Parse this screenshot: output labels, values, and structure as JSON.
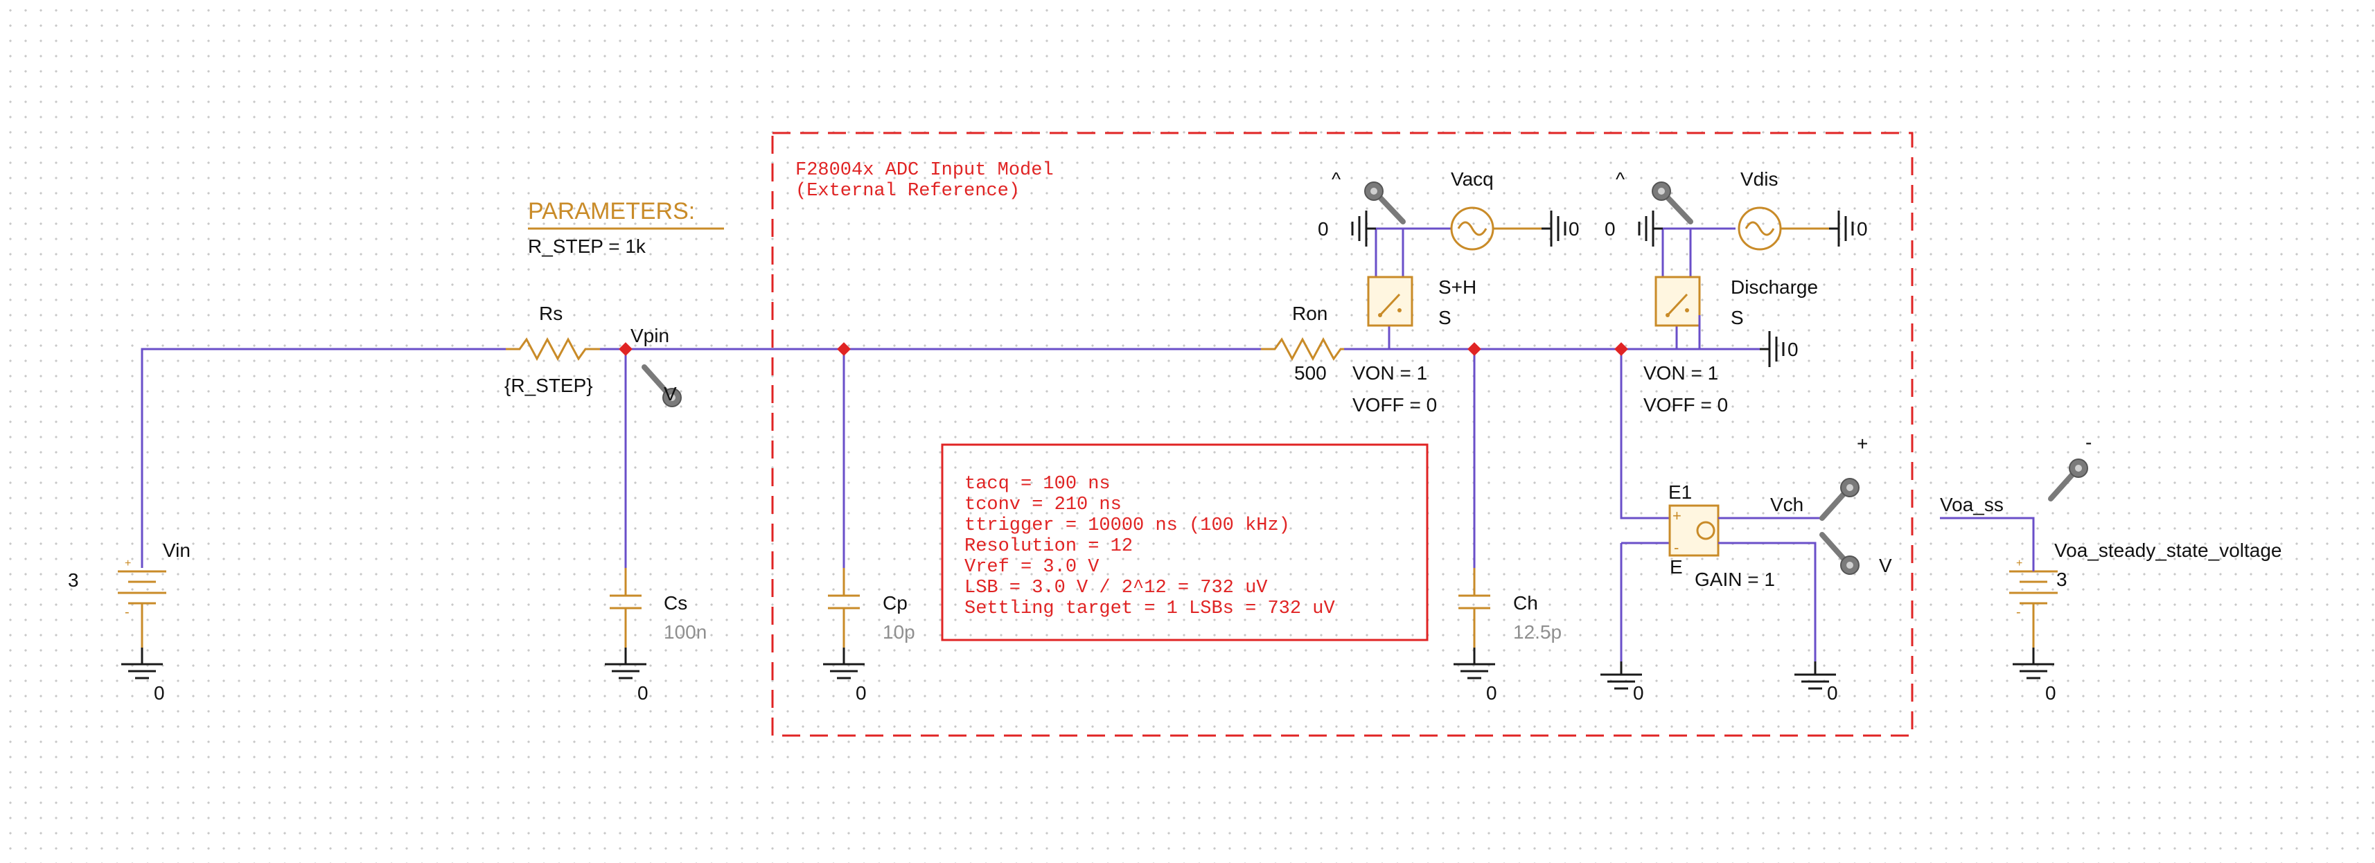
{
  "module": {
    "title": "F28004x ADC Input Model",
    "subtitle": "(External Reference)"
  },
  "params": {
    "title": "PARAMETERS:",
    "r_step": "R_STEP = 1k"
  },
  "notes": [
    "tacq = 100 ns",
    "tconv = 210 ns",
    "ttrigger = 10000 ns (100 kHz)",
    "Resolution = 12",
    "Vref = 3.0 V",
    "LSB = 3.0 V / 2^12 = 732 uV",
    "Settling target = 1 LSBs = 732 uV"
  ],
  "components": {
    "vin": {
      "name": "Vin",
      "value": "3"
    },
    "rs": {
      "name": "Rs",
      "value": "{R_STEP}"
    },
    "vpin": {
      "name": "Vpin"
    },
    "cs": {
      "name": "Cs",
      "value": "100n"
    },
    "cp": {
      "name": "Cp",
      "value": "10p"
    },
    "ron": {
      "name": "Ron",
      "value": "500"
    },
    "sh": {
      "name": "S+H",
      "type": "S",
      "von": "VON = 1",
      "voff": "VOFF = 0"
    },
    "discharge": {
      "name": "Discharge",
      "type": "S",
      "von": "VON = 1",
      "voff": "VOFF = 0"
    },
    "vacq": {
      "name": "Vacq"
    },
    "vdis": {
      "name": "Vdis"
    },
    "ch": {
      "name": "Ch",
      "value": "12.5p"
    },
    "e1": {
      "name": "E1",
      "type": "E",
      "gain": "GAIN = 1"
    },
    "vch": {
      "name": "Vch"
    },
    "voa": {
      "net": "Voa_ss",
      "name": "Voa_steady_state_voltage",
      "value": "3"
    }
  },
  "ground_label": "0",
  "probe_label_v": "V",
  "probe_label_caret": "^",
  "probe_label_plus": "+",
  "probe_label_minus": "-",
  "colors": {
    "wire": "#6a4fc9",
    "component": "#c98b28",
    "annotation": "#e02424",
    "junction": "#e02424"
  }
}
